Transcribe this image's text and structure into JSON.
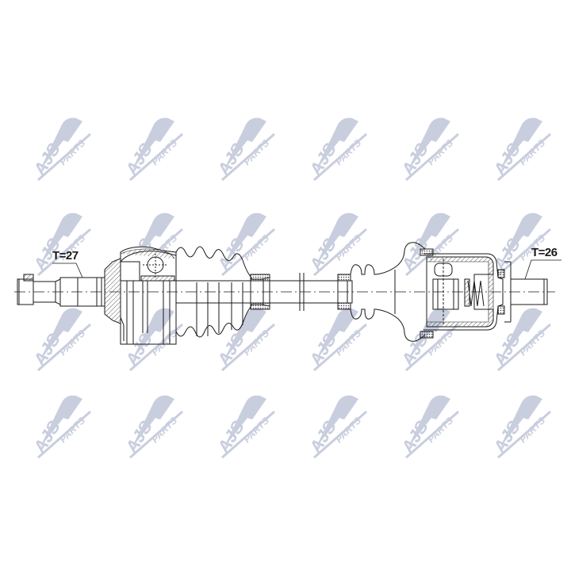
{
  "diagram": {
    "subject": "CV drive shaft (half-axle) technical drawing",
    "labels": {
      "outer_spline": "T=27",
      "inner_spline": "T=26"
    },
    "watermark": {
      "brand": "AJS",
      "sub": "PARTS",
      "color": "#c9cede",
      "columns_x": [
        80,
        196,
        312,
        428,
        544,
        660
      ],
      "rows_y": [
        185,
        305,
        425,
        535
      ]
    },
    "line_color": "#1a1a1a",
    "hatch_color": "#333333"
  }
}
